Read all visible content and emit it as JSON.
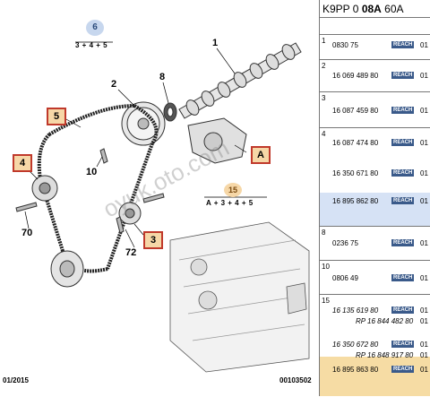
{
  "diagram": {
    "top_formula_num": "6",
    "top_formula": "3 + 4 + 5",
    "mid_formula_num": "15",
    "mid_formula": "A + 3 + 4 + 5",
    "callouts": [
      "1",
      "2",
      "8",
      "10",
      "70",
      "72"
    ],
    "boxed": [
      "5",
      "4",
      "3",
      "A"
    ],
    "watermark": "oyuk.oto.com",
    "date": "01/2015",
    "code": "00103502"
  },
  "header": {
    "prefix": "K9PP 0 ",
    "bold": "08A",
    "suffix": " 60A"
  },
  "groups": [
    {
      "num": "1",
      "rows": [
        {
          "part": "0830 75",
          "reach": "REACH",
          "qty": "01"
        }
      ]
    },
    {
      "num": "2",
      "rows": [
        {
          "part": "16 069 489 80",
          "reach": "REACH",
          "qty": "01"
        }
      ]
    },
    {
      "num": "3",
      "rows": [
        {
          "part": "16 087 459 80",
          "reach": "REACH",
          "qty": "01"
        }
      ]
    },
    {
      "num": "4",
      "rows": [
        {
          "part": "16 087 474 80",
          "reach": "REACH",
          "qty": "01"
        },
        {
          "part": "16 350 671 80",
          "reach": "REACH",
          "qty": "01"
        },
        {
          "part": "16 895 862 80",
          "reach": "REACH",
          "qty": "01"
        }
      ]
    },
    {
      "num": "8",
      "rows": [
        {
          "part": "0236 75",
          "reach": "REACH",
          "qty": "01"
        }
      ]
    },
    {
      "num": "10",
      "rows": [
        {
          "part": "0806 49",
          "reach": "REACH",
          "qty": "01"
        }
      ]
    },
    {
      "num": "15",
      "rows": [
        {
          "part": "16 135 619 80",
          "reach": "REACH",
          "qty": "01"
        },
        {
          "part": "RP 16 844 482 80",
          "reach": "",
          "qty": "01"
        },
        {
          "part": "16 350 672 80",
          "reach": "REACH",
          "qty": "01"
        },
        {
          "part": "RP 16 848 917 80",
          "reach": "",
          "qty": "01"
        },
        {
          "part": "16 895 863 80",
          "reach": "REACH",
          "qty": "01"
        }
      ]
    }
  ],
  "colors": {
    "box_border": "#c0392b",
    "box_fill": "#f6d7a7",
    "reach_bg": "#3a5a8a",
    "row_blue": "#d6e2f5",
    "row_orange": "#f6dca4"
  }
}
